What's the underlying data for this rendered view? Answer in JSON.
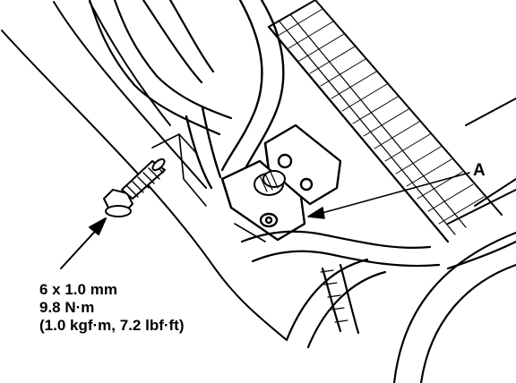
{
  "callout": {
    "letter": "A"
  },
  "bolt_spec": {
    "size": "6 x 1.0 mm",
    "torque_nm": "9.8 N·m",
    "torque_alt": "(1.0 kgf·m, 7.2 lbf·ft)"
  },
  "colors": {
    "ink": "#000000",
    "paper": "#ffffff"
  }
}
